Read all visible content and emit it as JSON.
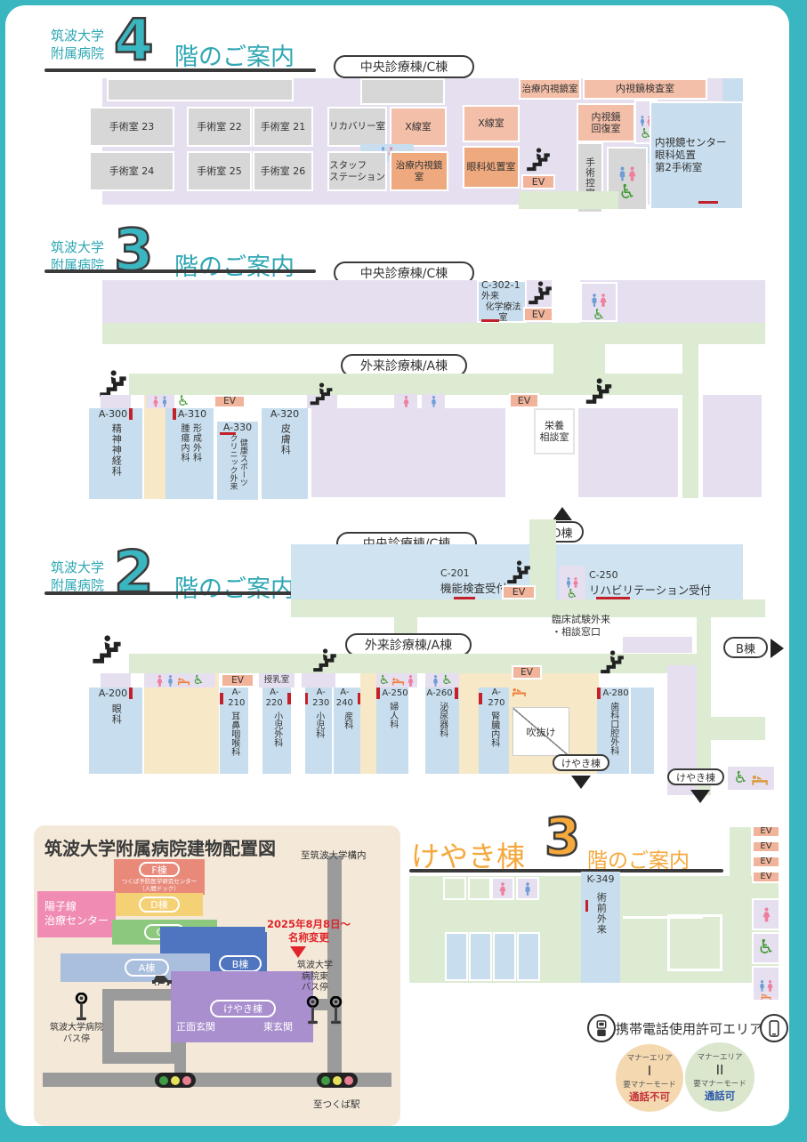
{
  "colors": {
    "teal": "#3ab6c0",
    "orange": "#f5a83c",
    "red": "#c2212b"
  },
  "common": {
    "hospital_name": "筑波大学\n附属病院",
    "floor_suffix": "階のご案内",
    "ev": "EV",
    "wing_central": "中央診療棟/C棟",
    "wing_outpatient": "外来診療棟/A棟",
    "wing_d": "D棟",
    "wing_b": "B棟",
    "wing_keyaki": "けやき棟"
  },
  "floor4": {
    "number": "4",
    "rooms": {
      "or23": "手術室 23",
      "or22": "手術室 22",
      "or21": "手術室 21",
      "recovery": "リカバリー室",
      "xray": "X線室",
      "treat_endoscopy_top": "治療内視鏡室",
      "endoscopy_exam": "内視鏡検査室",
      "endoscopy_recovery": "内視鏡\n回復室",
      "or24": "手術室 24",
      "or25": "手術室 25",
      "or26": "手術室 26",
      "staff_station": "スタッフ\nステーション",
      "treat_endoscopy": "治療内視鏡室",
      "eye_treatment": "眼科処置室",
      "surgery_waiting": "手術控室",
      "endoscopy_center": "内視鏡センター\n眼科処置\n第2手術室"
    }
  },
  "floor3": {
    "number": "3",
    "rooms": {
      "c302_code": "C-302-1",
      "c302_name1": "外来",
      "c302_name2": "化学療法室",
      "nutrition": "栄養\n相談室",
      "a300_code": "A-300",
      "a300_name": "精神神経科",
      "a310_code": "A-310",
      "a310_left": "腫瘍内科",
      "a310_right": "形成外科",
      "a330_code": "A-330",
      "a330_left": "クリニック外来",
      "a330_right": "健康スポーツ",
      "a320_code": "A-320",
      "a320_name": "皮膚科"
    }
  },
  "floor2": {
    "number": "2",
    "rooms": {
      "c201_code": "C-201",
      "c201_name": "機能検査受付",
      "c250_code": "C-250",
      "c250_name": "リハビリテーション受付",
      "clinical_trial": "臨床試験外来\n・相談窓口",
      "nursing": "授乳室",
      "atrium": "吹抜け",
      "a200_code": "A-200",
      "a200_name": "眼科",
      "a210_code": "A-210",
      "a210_name": "耳鼻咽喉科",
      "a220_code": "A-220",
      "a220_name": "小児外科",
      "a230_code": "A-230",
      "a230_name": "小児科",
      "a240_code": "A-240",
      "a240_name": "産科",
      "a250_code": "A-250",
      "a250_name": "婦人科",
      "a260_code": "A-260",
      "a260_name": "泌尿器科",
      "a270_code": "A-270",
      "a270_name": "腎臓内科",
      "a280_code": "A-280",
      "a280_name": "歯科口腔外科"
    }
  },
  "campus": {
    "title": "筑波大学附属病院建物配置図",
    "f_wing": "F棟",
    "f_note": "つくば予防医学研究センター\n（人間ドック）",
    "proton": "陽子線\n治療センター",
    "d_wing": "D棟",
    "c_wing": "C棟",
    "a_wing": "A棟",
    "b_wing": "B棟",
    "keyaki": "けやき棟",
    "main_entrance": "正面玄関",
    "east_entrance": "東玄関",
    "to_campus": "至筑波大学構内",
    "to_station": "至つくば駅",
    "bus_stop_west": "筑波大学病院\nバス停",
    "bus_stop_east": "筑波大学\n病院東\nバス停",
    "rename_date": "2025年8月8日～",
    "rename_label": "名称変更"
  },
  "keyaki3": {
    "name": "けやき棟",
    "number": "3",
    "suffix": "階のご案内",
    "k349_code": "K-349",
    "k349_name": "術前外来"
  },
  "phone": {
    "title": "携帯電話使用許可エリア",
    "area1_label": "マナーエリア",
    "area1_roman": "I",
    "area1_mode": "要マナーモード",
    "area1_call": "通話不可",
    "area2_label": "マナーエリア",
    "area2_roman": "II",
    "area2_mode": "要マナーモード",
    "area2_call": "通話可"
  }
}
